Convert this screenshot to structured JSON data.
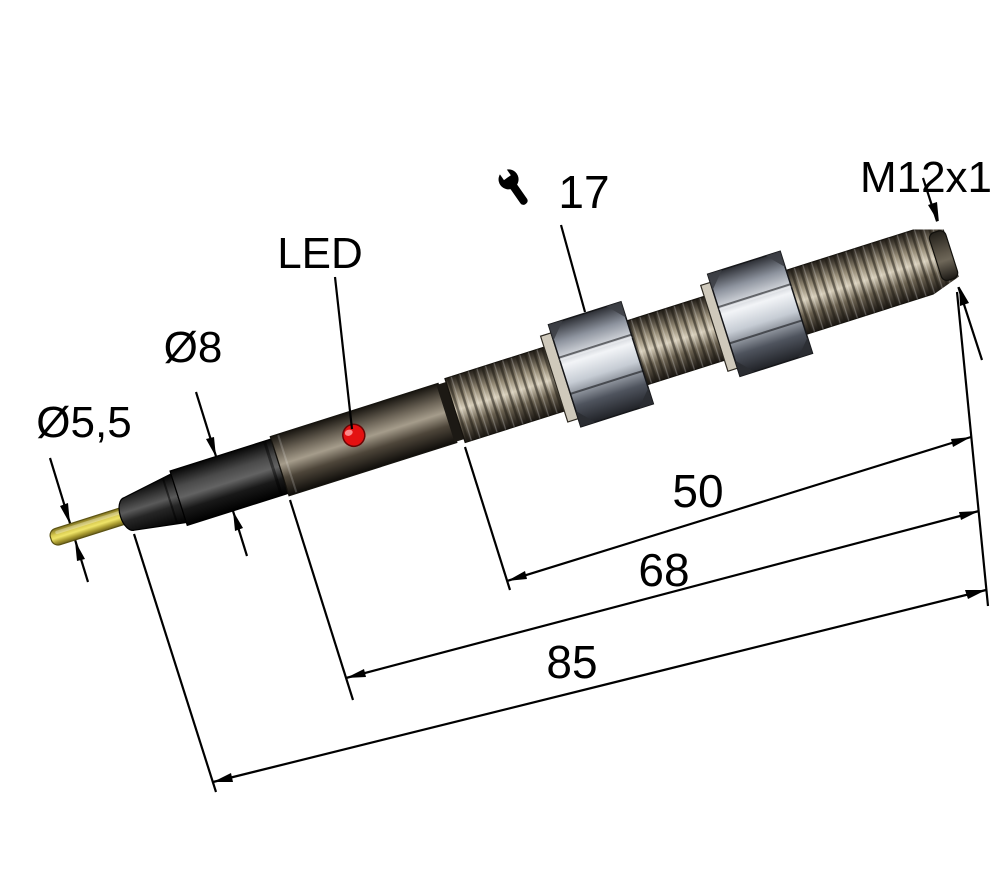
{
  "drawing": {
    "labels": {
      "cable_diameter": "Ø5,5",
      "gland_diameter": "Ø8",
      "led": "LED",
      "wrench_size": "17",
      "thread_spec": "M12x1",
      "dim_50": "50",
      "dim_68": "68",
      "dim_85": "85"
    },
    "colors": {
      "led": "#e41111",
      "cable": "#d8ca52",
      "line": "#000000"
    },
    "icons": {
      "wrench_icon": "open-end-wrench"
    }
  }
}
